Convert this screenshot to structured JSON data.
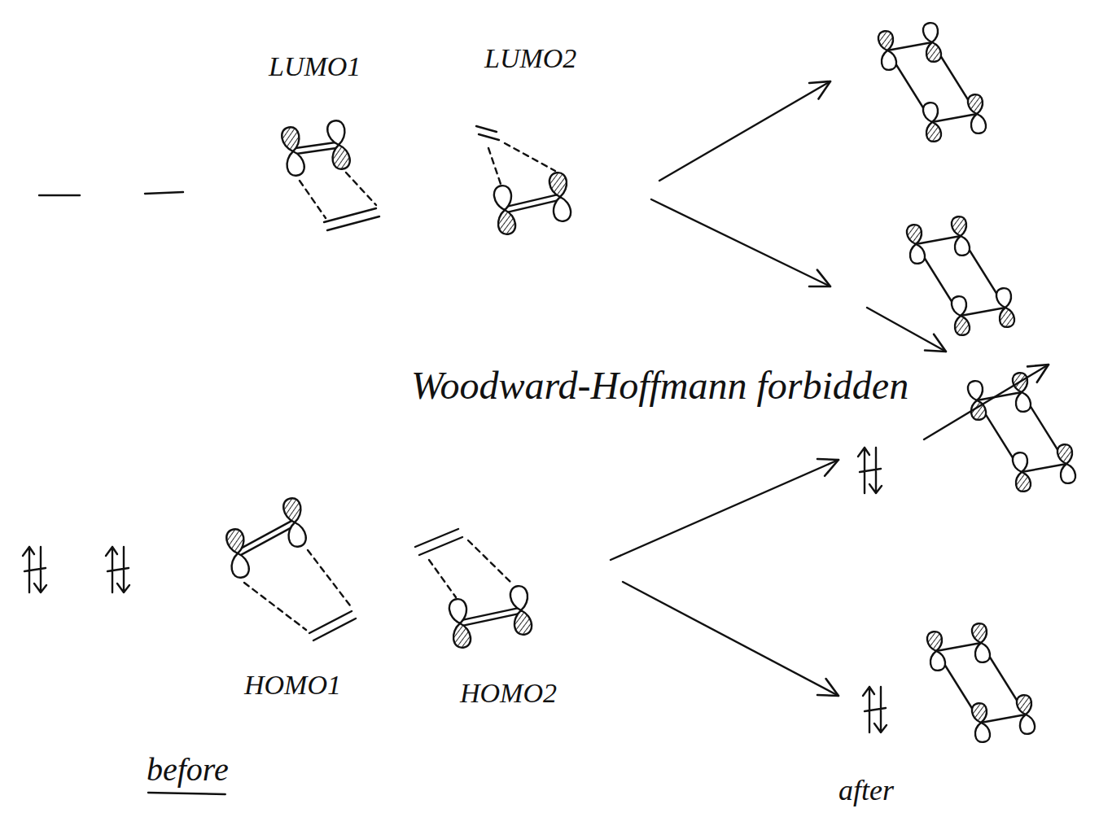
{
  "diagram": {
    "labels": [
      "LUMO1",
      "LUMO2",
      "Woodward-Hoffmann forbidden",
      "HOMO1",
      "HOMO2",
      "before",
      "after"
    ]
  }
}
